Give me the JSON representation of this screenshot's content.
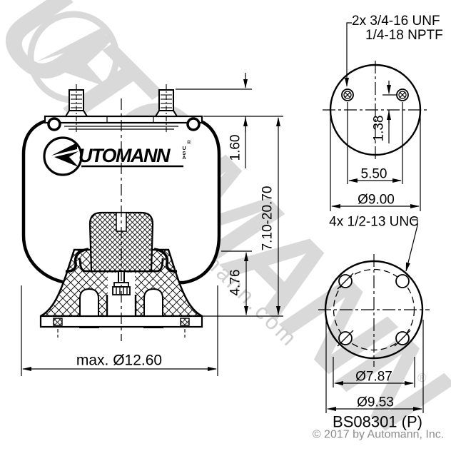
{
  "watermark": {
    "brand": "UTOMANN",
    "site": "automann.com",
    "registered": "®"
  },
  "side_view": {
    "logo": {
      "text": "UTOMANN",
      "usa": "USA",
      "registered": "®"
    },
    "dim_stud_height": "1.60",
    "dim_overall_height": "7.10-20.70",
    "dim_piston_height": "4.76",
    "dim_max_diameter": "max. Ø12.60"
  },
  "top_view": {
    "callout_line1": "2x 3/4-16 UNF",
    "callout_line2": "1/4-18 NPTF",
    "dim_port_offset": "1.38",
    "dim_stud_spacing": "5.50",
    "dim_plate_diameter": "Ø9.00"
  },
  "bottom_view": {
    "callout": "4x 1/2-13 UNC",
    "dim_bolt_circle": "Ø7.87",
    "dim_base_diameter": "Ø9.53"
  },
  "footer": {
    "part_number": "BS08301 (P)",
    "copyright": "© 2017 by Automann, Inc."
  },
  "colors": {
    "line": "#000000",
    "watermark": "#d9d9d9",
    "copyright": "#8c8c8c"
  }
}
